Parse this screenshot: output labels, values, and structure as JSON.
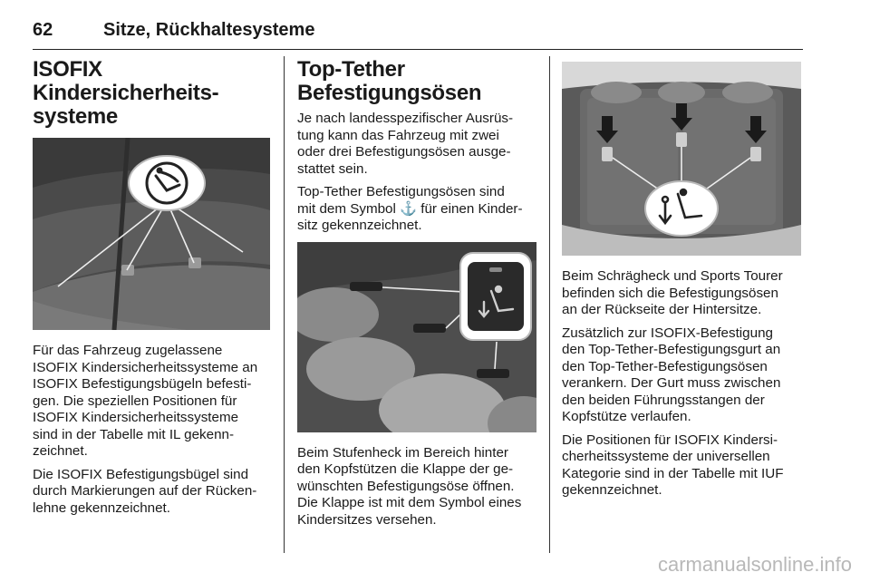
{
  "header": {
    "page_number": "62",
    "chapter": "Sitze, Rückhaltesysteme"
  },
  "col1": {
    "title_line1": "ISOFIX Kindersicherheits-",
    "title_line2": "systeme",
    "paragraphs": [
      [
        "Für das Fahrzeug zugelassene",
        "ISOFIX Kindersicherheitssysteme an",
        "ISOFIX Befestigungsbügeln befesti-",
        "gen. Die speziellen Positionen für",
        "ISOFIX Kindersicherheitssysteme",
        "sind in der Tabelle mit IL gekenn-",
        "zeichnet."
      ],
      [
        "Die ISOFIX Befestigungsbügel sind",
        "durch Markierungen auf der Rücken-",
        "lehne gekennzeichnet."
      ]
    ]
  },
  "col2": {
    "title_line1": "Top-Tether",
    "title_line2": "Befestigungsösen",
    "paragraphs_top": [
      [
        "Je nach landesspezifischer Ausrüs-",
        "tung kann das Fahrzeug mit zwei",
        "oder drei Befestigungsösen ausge-",
        "stattet sein."
      ],
      [
        "Top-Tether Befestigungsösen sind",
        "mit dem Symbol ⚓ für einen Kinder-",
        "sitz gekennzeichnet."
      ]
    ],
    "paragraphs_bottom": [
      [
        "Beim Stufenheck im Bereich hinter",
        "den Kopfstützen die Klappe der ge-",
        "wünschten Befestigungsöse öffnen.",
        "Die Klappe ist mit dem Symbol eines",
        "Kindersitzes versehen."
      ]
    ]
  },
  "col3": {
    "paragraphs": [
      [
        "Beim Schrägheck und Sports Tourer",
        "befinden sich die Befestigungsösen",
        "an der Rückseite der Hintersitze."
      ],
      [
        "Zusätzlich zur ISOFIX-Befestigung",
        "den Top-Tether-Befestigungsgurt an",
        "den Top-Tether-Befestigungsösen",
        "verankern. Der Gurt muss zwischen",
        "den beiden Führungsstangen der",
        "Kopfstütze verlaufen."
      ],
      [
        "Die Positionen für ISOFIX Kindersi-",
        "cherheitssysteme der universellen",
        "Kategorie sind in der Tabelle mit IUF",
        "gekennzeichnet."
      ]
    ]
  },
  "footer": {
    "watermark": "carmanualsonline.info"
  },
  "illustrations": {
    "isofix_seat": "isofix-child-seat-icon",
    "tether_flap": "child-seat-anchor-icon",
    "tether_rear": "anchor-child-seat-icon"
  }
}
